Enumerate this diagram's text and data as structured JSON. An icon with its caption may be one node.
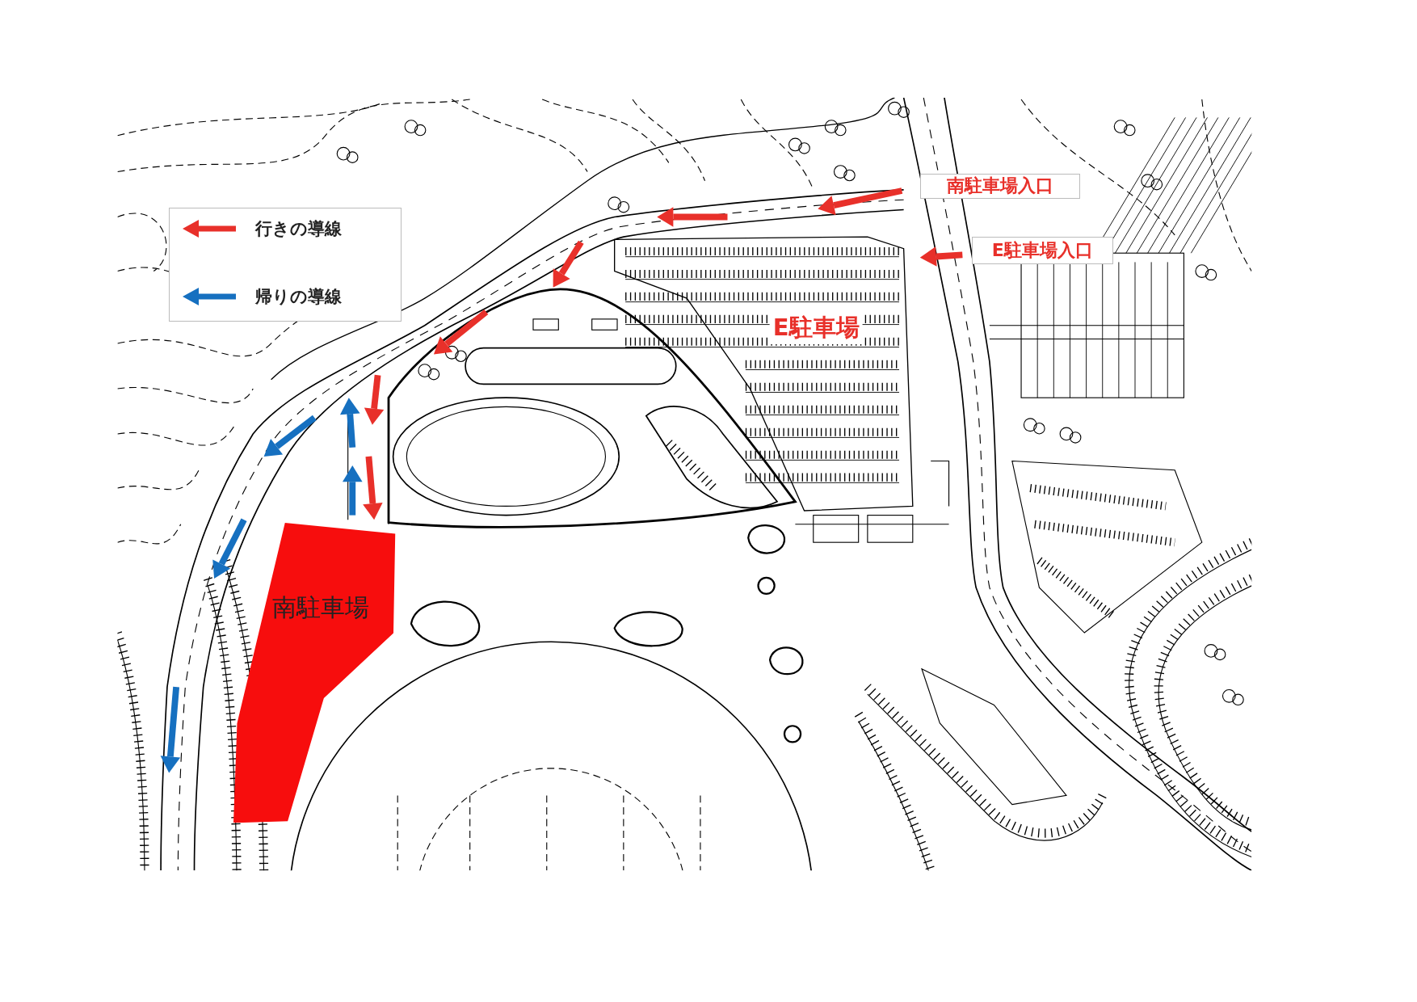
{
  "diagram": {
    "nodes": [
      {
        "text": [
          "南駐車場入口"
        ]
      },
      {
        "text": [
          "E駐車場入口"
        ]
      },
      {
        "text": [
          "南駐車場"
        ]
      }
    ],
    "labels": [
      "E駐車場"
    ],
    "legend": [
      {
        "text": "行きの導線"
      },
      {
        "text": "帰りの導線"
      }
    ]
  }
}
